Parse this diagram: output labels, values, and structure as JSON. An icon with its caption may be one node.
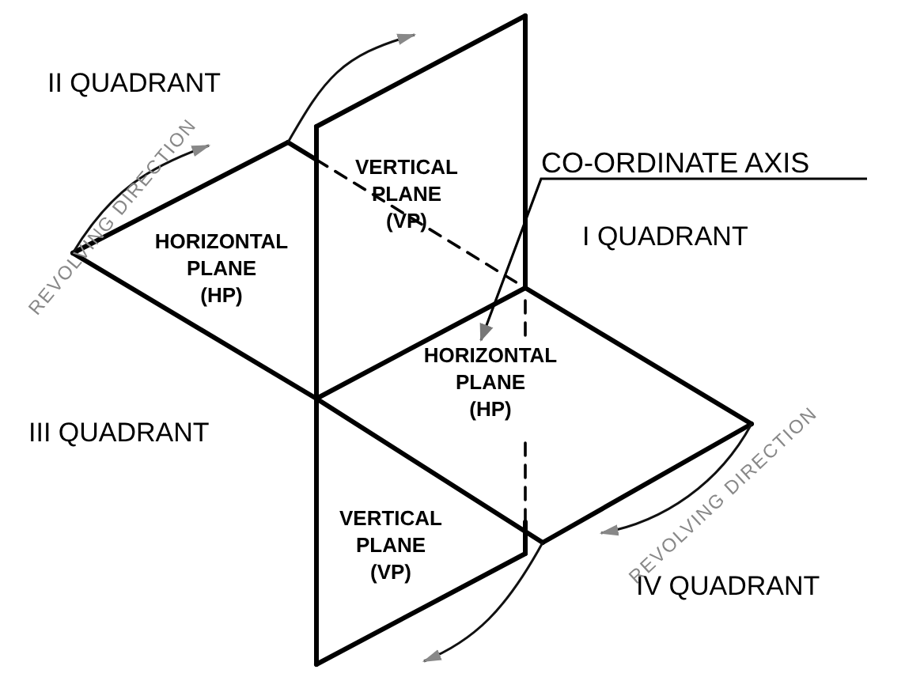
{
  "diagram": {
    "nodes": [
      {
        "text": [
          "HORIZONTAL PLANE (HP)"
        ]
      },
      {
        "text": [
          "VERTICAL PLANE (VP)"
        ]
      },
      {
        "text": [
          "HORIZONTAL PLANE (HP)"
        ]
      },
      {
        "text": [
          "VERTICAL PLANE (VP)"
        ]
      },
      {
        "text": [
          "CO-ORDINATE AXIS"
        ]
      }
    ],
    "edges": [
      {
        "from": 4,
        "to": 2,
        "arrow": "to"
      }
    ],
    "labels": [
      "II QUADRANT",
      "REVOLVING DIRECTION",
      "I QUADRANT",
      "III QUADRANT",
      "REVOLVING DIRECTION",
      "IV QUADRANT"
    ]
  }
}
